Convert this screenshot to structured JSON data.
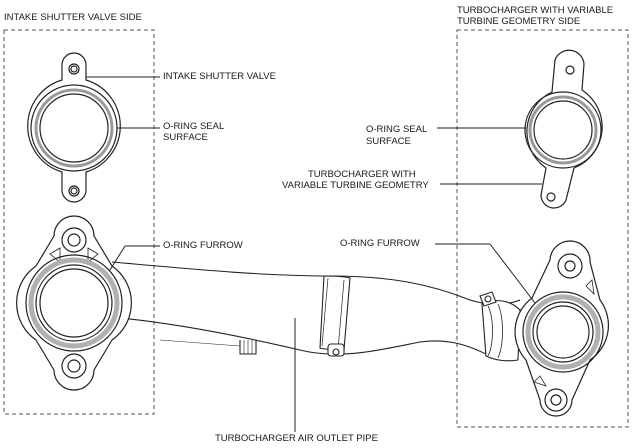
{
  "headers": {
    "left": "INTAKE SHUTTER VALVE SIDE",
    "right_line1": "TURBOCHARGER WITH VARIABLE",
    "right_line2": "TURBINE GEOMETRY SIDE"
  },
  "labels": {
    "intake_shutter_valve": "INTAKE SHUTTER VALVE",
    "oring_seal_left_line1": "O-RING SEAL",
    "oring_seal_left_line2": "SURFACE",
    "oring_furrow_left": "O-RING FURROW",
    "oring_seal_right_line1": "O-RING SEAL",
    "oring_seal_right_line2": "SURFACE",
    "vtg_line1": "TURBOCHARGER WITH",
    "vtg_line2": "VARIABLE TURBINE GEOMETRY",
    "oring_furrow_right": "O-RING FURROW",
    "air_outlet_pipe": "TURBOCHARGER AIR OUTLET PIPE"
  },
  "colors": {
    "line": "#222222",
    "oring_gray": "#b0b0b0",
    "box_dash": "#555555"
  }
}
